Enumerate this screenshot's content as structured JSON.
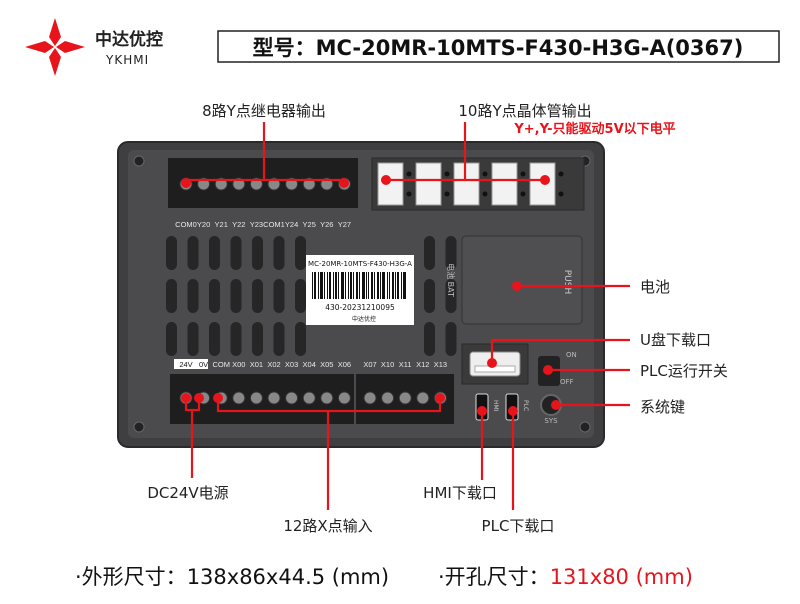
{
  "brand": {
    "name_cn": "中达优控",
    "name_en": "YKHMI",
    "logo_color": "#e8141b"
  },
  "title": {
    "prefix": "型号：",
    "model": "MC-20MR-10MTS-F430-H3G-A(0367)"
  },
  "callouts": {
    "relay_output": "8路Y点继电器输出",
    "transistor_output": "10路Y点晶体管输出",
    "transistor_note": "Y+,Y-只能驱动5V以下电平",
    "battery": "电池",
    "usb_port": "U盘下载口",
    "run_switch": "PLC运行开关",
    "sys_key": "系统键",
    "power": "DC24V电源",
    "x_input": "12路X点输入",
    "hmi_port": "HMI下载口",
    "plc_port": "PLC下载口"
  },
  "device": {
    "top_terminals": [
      "COM0",
      "Y20",
      "Y21",
      "Y22",
      "Y23",
      "COM1",
      "Y24",
      "Y25",
      "Y26",
      "Y27"
    ],
    "bottom_terminals_a": [
      "24V",
      "0V",
      "COM",
      "X00",
      "X01",
      "X02",
      "X03",
      "X04",
      "X05",
      "X06"
    ],
    "bottom_terminals_b": [
      "X07",
      "X10",
      "X11",
      "X12",
      "X13"
    ],
    "label_model": "MC-20MR-10MTS-F430-H3G-A",
    "label_serial": "430-20231210095",
    "label_brand": "中达优控",
    "battery_text": "PUSH",
    "bat_text": "电池 BAT",
    "switch_on": "ON",
    "switch_off": "OFF",
    "sys_text": "SYS",
    "hmi_text": "HMI",
    "plc_text": "PLC"
  },
  "footer": {
    "size_label": "·外形尺寸：",
    "size_value": "138x86x44.5 (mm)",
    "cutout_label": "·开孔尺寸：",
    "cutout_value": "131x80 (mm)",
    "accent": "#e8141b"
  }
}
